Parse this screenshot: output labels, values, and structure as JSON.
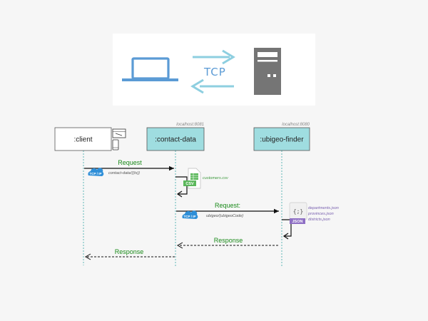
{
  "banner": {
    "protocol_label": "TCP"
  },
  "participants": {
    "client": {
      "label": ":client"
    },
    "contact_data": {
      "label": ":contact-data",
      "host": "localhost:8081"
    },
    "ubigeo_finder": {
      "label": ":ubigeo-finder",
      "host": "localhost:8080"
    }
  },
  "messages": {
    "request1": {
      "label": "Request",
      "path": "contact-data/{{ts}}",
      "cloud_label": "TCP / IP"
    },
    "request2": {
      "label": "Request:",
      "path": "ubigeo/{ubigeoCode}",
      "cloud_label": "TCP / IP"
    },
    "response1": {
      "label": "Response"
    },
    "response2": {
      "label": "Response"
    }
  },
  "files": {
    "csv_badge": "CSV",
    "csv_file": "customers.csv",
    "json_badge": "JSON",
    "json_glyph": "{;}",
    "json_files": [
      "departments.json",
      "provinces.json",
      "districts.json"
    ]
  },
  "colors": {
    "accent_blue": "#5b9bd5",
    "participant_fill": "#9fdde0",
    "lifeline": "#3aa8a8",
    "message_green": "#1a8a1a",
    "csv_green": "#5cb85c",
    "json_purple": "#8e6fc4",
    "server_gray": "#757575"
  }
}
